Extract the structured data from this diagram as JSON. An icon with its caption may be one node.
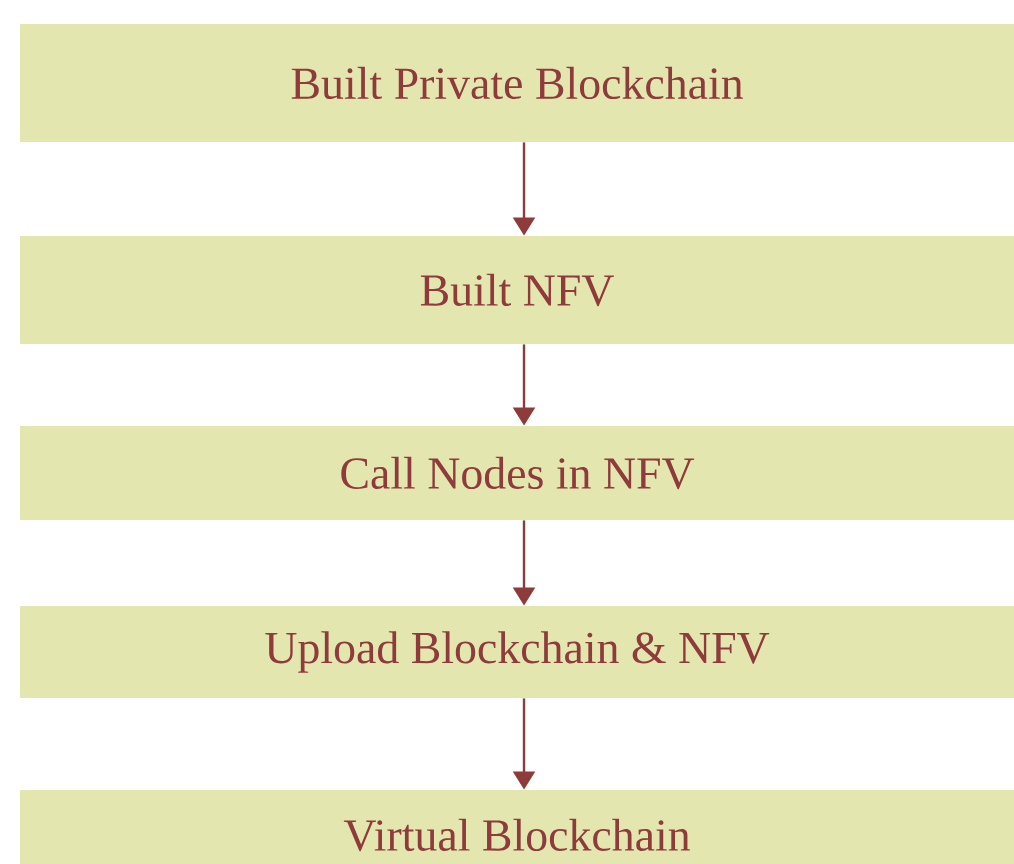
{
  "diagram": {
    "nodes": [
      {
        "text": [
          "Built Private Blockchain"
        ]
      },
      {
        "text": [
          "Built NFV"
        ]
      },
      {
        "text": [
          "Call Nodes in NFV"
        ]
      },
      {
        "text": [
          "Upload Blockchain & NFV"
        ]
      },
      {
        "text": [
          "Virtual Blockchain"
        ]
      }
    ],
    "edges": [
      {
        "from": 0,
        "to": 1,
        "arrow": "to"
      },
      {
        "from": 1,
        "to": 2,
        "arrow": "to"
      },
      {
        "from": 2,
        "to": 3,
        "arrow": "to"
      },
      {
        "from": 3,
        "to": 4,
        "arrow": "to"
      }
    ]
  }
}
